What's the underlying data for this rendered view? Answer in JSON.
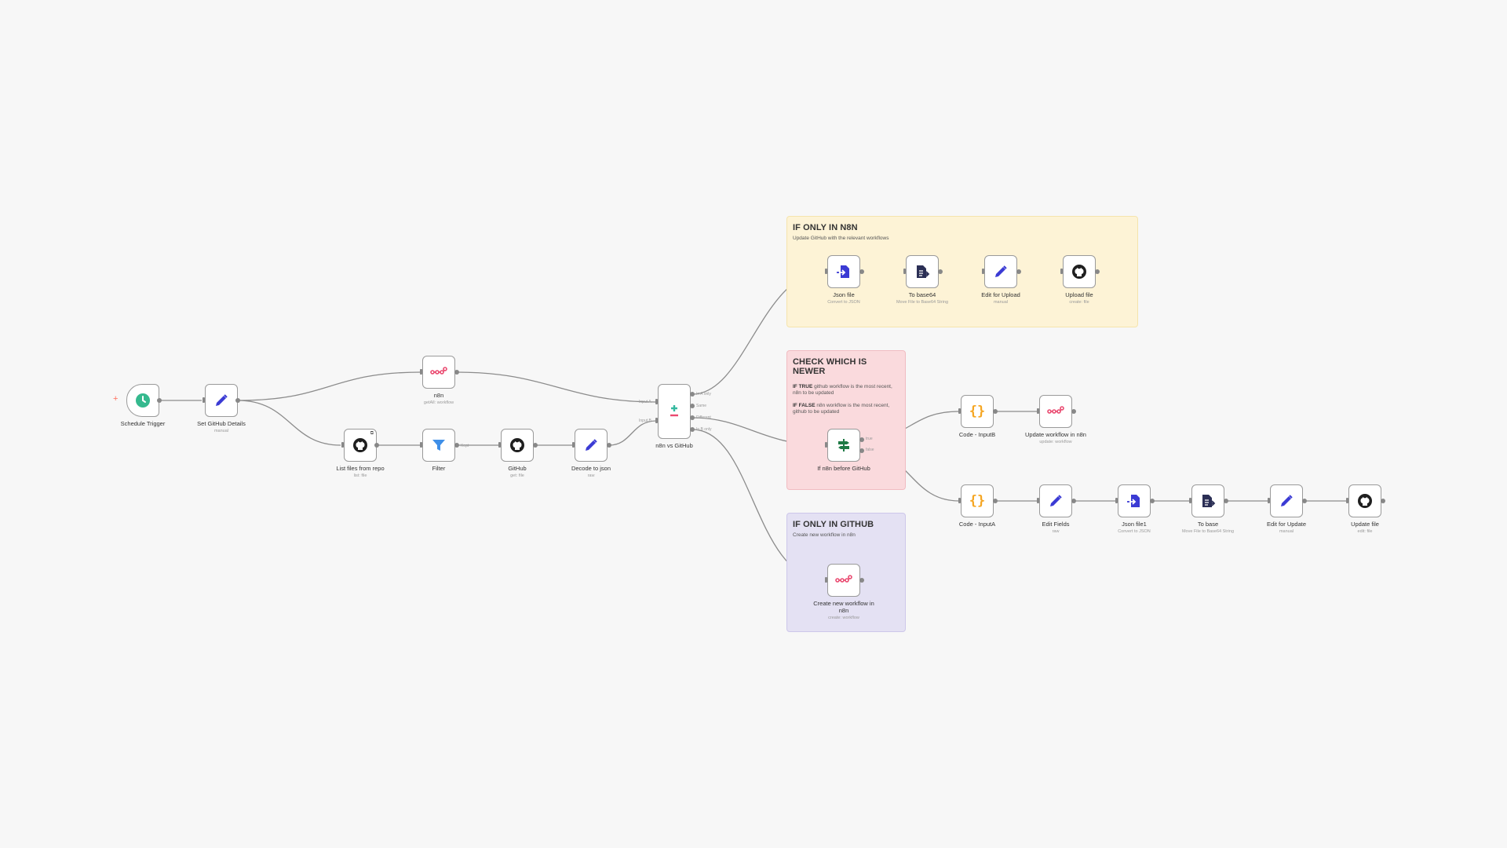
{
  "stickies": {
    "only_n8n": {
      "title": "IF ONLY IN N8N",
      "subtitle": "Update GitHub with the relevant workflows"
    },
    "check_newer": {
      "title": "CHECK WHICH IS NEWER",
      "true_label": "IF TRUE",
      "true_text": " github workflow is the most recent, n8n to be updated",
      "false_label": "IF FALSE",
      "false_text": " n8n workflow is the most recent, github to be updated"
    },
    "only_github": {
      "title": "IF ONLY IN GITHUB",
      "subtitle": "Create new workflow in n8n"
    }
  },
  "trigger_plus": "+",
  "nodes": {
    "schedule_trigger": {
      "label": "Schedule Trigger",
      "sub": ""
    },
    "set_github_details": {
      "label": "Set GitHub Details",
      "sub": "manual"
    },
    "n8n": {
      "label": "n8n",
      "sub": "getAll: workflow"
    },
    "list_files": {
      "label": "List files from repo",
      "sub": "list: file"
    },
    "filter": {
      "label": "Filter",
      "sub": ""
    },
    "github": {
      "label": "GitHub",
      "sub": "get: file"
    },
    "decode_json": {
      "label": "Decode to json",
      "sub": "raw"
    },
    "compare": {
      "label": "n8n vs GitHub",
      "sub": ""
    },
    "json_file": {
      "label": "Json file",
      "sub": "Convert to JSON"
    },
    "to_base64": {
      "label": "To base64",
      "sub": "Move File to Base64 String"
    },
    "edit_upload": {
      "label": "Edit for Upload",
      "sub": "manual"
    },
    "upload_file": {
      "label": "Upload file",
      "sub": "create: file"
    },
    "if_n8n_before": {
      "label": "If n8n before GitHub",
      "sub": ""
    },
    "code_inputb": {
      "label": "Code - InputB",
      "sub": ""
    },
    "update_workflow": {
      "label": "Update workflow in n8n",
      "sub": "update: workflow"
    },
    "code_inputa": {
      "label": "Code - InputA",
      "sub": ""
    },
    "edit_fields": {
      "label": "Edit Fields",
      "sub": "raw"
    },
    "json_file1": {
      "label": "Json file1",
      "sub": "Convert to JSON"
    },
    "to_base": {
      "label": "To base",
      "sub": "Move File to Base64 String"
    },
    "edit_update": {
      "label": "Edit for Update",
      "sub": "manual"
    },
    "update_file": {
      "label": "Update file",
      "sub": "edit: file"
    },
    "create_workflow": {
      "label": "Create new workflow in n8n",
      "sub": "create: workflow"
    }
  },
  "port_labels": {
    "input_a": "Input A",
    "input_b": "Input B",
    "in_a_only": "In A only",
    "same": "Same",
    "different": "Different",
    "in_b_only": "In B only",
    "true": "true",
    "false": "false",
    "kept": "Kept"
  },
  "colors": {
    "canvas": "#f7f7f7",
    "node_border": "#9a9a9a",
    "sticky_yellow": "#fdf3d6",
    "sticky_red": "#fadadd",
    "sticky_purple": "#e4e1f3",
    "set_icon": "#3b3bd4",
    "trigger_icon": "#35b98e",
    "n8n_icon": "#ea4b71",
    "code_icon": "#f5a623",
    "filter_icon": "#3f8fe8"
  }
}
